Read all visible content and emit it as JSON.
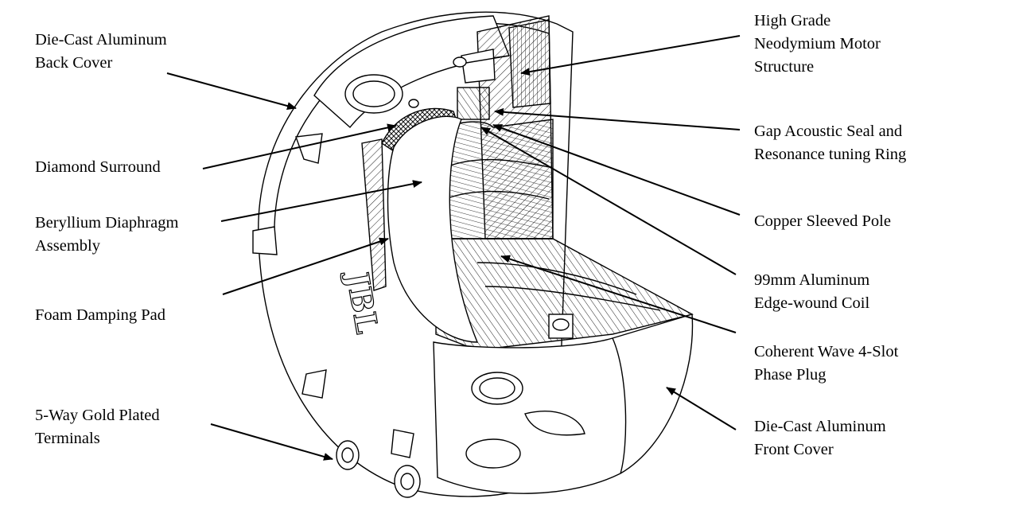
{
  "labels": {
    "back_cover": [
      "Die-Cast Aluminum",
      "Back Cover"
    ],
    "diamond_surround": [
      "Diamond Surround"
    ],
    "beryllium_diaphragm": [
      "Beryllium Diaphragm",
      "Assembly"
    ],
    "foam_pad": [
      "Foam Damping Pad"
    ],
    "terminals": [
      "5-Way Gold Plated",
      "Terminals"
    ],
    "motor": [
      "High Grade",
      "Neodymium Motor",
      "Structure"
    ],
    "gap_seal": [
      "Gap Acoustic Seal and",
      "Resonance tuning Ring"
    ],
    "pole": [
      "Copper Sleeved Pole"
    ],
    "coil": [
      "99mm Aluminum",
      "Edge-wound Coil"
    ],
    "phase_plug": [
      "Coherent Wave 4-Slot",
      "Phase Plug"
    ],
    "front_cover": [
      "Die-Cast Aluminum",
      "Front Cover"
    ]
  },
  "logo_text": "JBL"
}
